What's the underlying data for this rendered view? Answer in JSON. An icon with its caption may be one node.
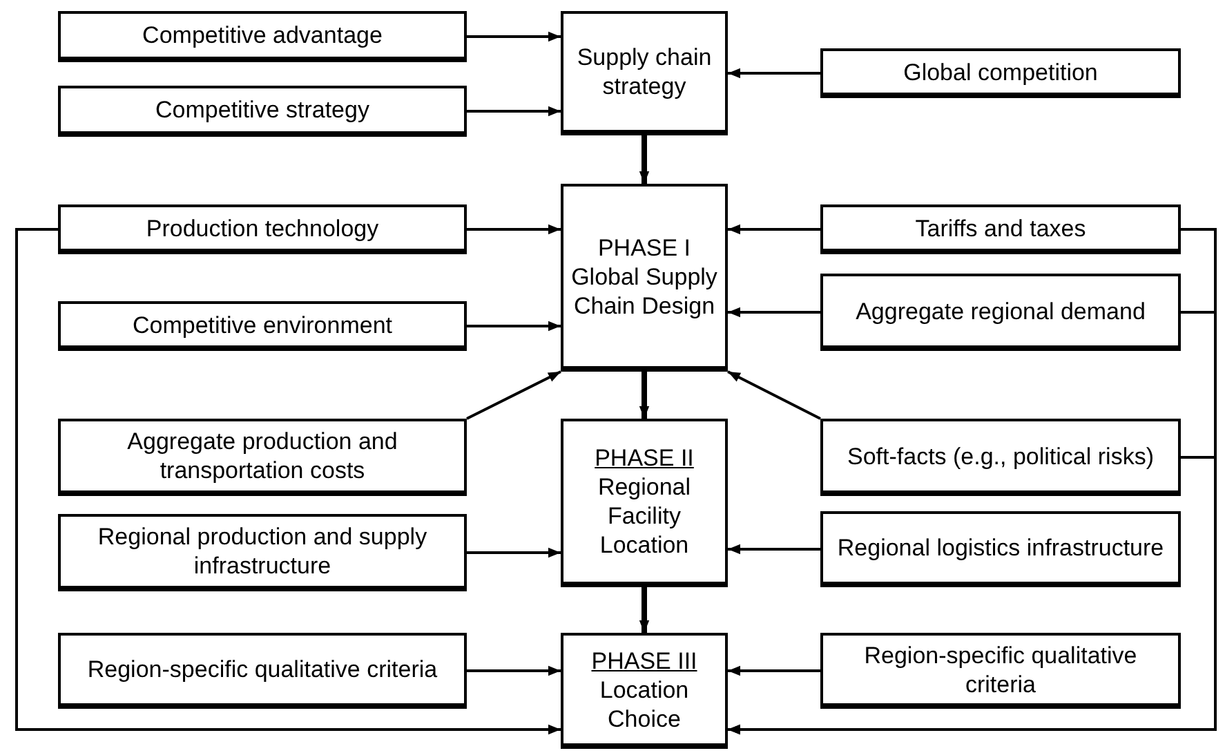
{
  "diagram": {
    "nodes": [
      {
        "text": [
          "Competitive advantage"
        ]
      },
      {
        "text": [
          "Supply chain strategy"
        ]
      },
      {
        "text": [
          "Global competition"
        ]
      },
      {
        "text": [
          "Competitive strategy"
        ]
      },
      {
        "text": [
          "Production technology"
        ]
      },
      {
        "text": [
          "PHASE I",
          "Global Supply Chain Design"
        ]
      },
      {
        "text": [
          "Tariffs and taxes"
        ]
      },
      {
        "text": [
          "Competitive environment"
        ]
      },
      {
        "text": [
          "Aggregate regional demand"
        ]
      },
      {
        "text": [
          "Aggregate production and transportation costs"
        ]
      },
      {
        "text": [
          "PHASE II",
          "Regional Facility Location"
        ]
      },
      {
        "text": [
          "Soft-facts (e.g., political risks)"
        ]
      },
      {
        "text": [
          "Regional production and supply infrastructure"
        ]
      },
      {
        "text": [
          "Regional logistics infrastructure"
        ]
      },
      {
        "text": [
          "Region-specific qualitative criteria"
        ]
      },
      {
        "text": [
          "PHASE III",
          "Location Choice"
        ]
      },
      {
        "text": [
          "Region-specific qualitative criteria"
        ]
      }
    ],
    "edges": [
      {
        "from": 0,
        "to": 1,
        "arrow": "to"
      },
      {
        "from": 3,
        "to": 1,
        "arrow": "to"
      },
      {
        "from": 2,
        "to": 1,
        "arrow": "to"
      },
      {
        "from": 1,
        "to": 5,
        "arrow": "to",
        "style": "thick"
      },
      {
        "from": 4,
        "to": 5,
        "arrow": "to"
      },
      {
        "from": 7,
        "to": 5,
        "arrow": "to"
      },
      {
        "from": 6,
        "to": 5,
        "arrow": "to"
      },
      {
        "from": 8,
        "to": 5,
        "arrow": "to"
      },
      {
        "from": 9,
        "to": 5,
        "arrow": "to"
      },
      {
        "from": 11,
        "to": 5,
        "arrow": "to"
      },
      {
        "from": 5,
        "to": 10,
        "arrow": "to",
        "style": "thick"
      },
      {
        "from": 12,
        "to": 10,
        "arrow": "to"
      },
      {
        "from": 13,
        "to": 10,
        "arrow": "to"
      },
      {
        "from": 10,
        "to": 15,
        "arrow": "to",
        "style": "thick"
      },
      {
        "from": 14,
        "to": 15,
        "arrow": "to"
      },
      {
        "from": 16,
        "to": 15,
        "arrow": "to"
      },
      {
        "from": 4,
        "to": 15,
        "arrow": "to"
      },
      {
        "from": 6,
        "to": 15,
        "arrow": "to"
      },
      {
        "from": 8,
        "to": 15,
        "arrow": "to"
      },
      {
        "from": 11,
        "to": 15,
        "arrow": "to"
      }
    ]
  }
}
